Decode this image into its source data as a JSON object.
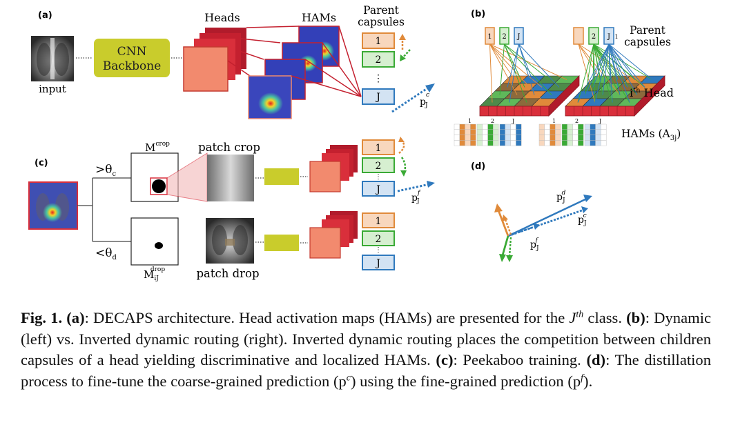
{
  "panel_a": {
    "tag": "(a)",
    "input_label": "input",
    "backbone_line1": "CNN",
    "backbone_line2": "Backbone",
    "heads_label": "Heads",
    "hams_label": "HAMs",
    "parent_line1": "Parent",
    "parent_line2": "capsules",
    "caps": [
      "1",
      "2",
      "J"
    ],
    "vdots": "⋮",
    "pred_sym": "p",
    "pred_sub": "J",
    "pred_sup": "c"
  },
  "panel_b": {
    "tag": "(b)",
    "caps": [
      "1",
      "2",
      "J"
    ],
    "caps_right_extra": "1",
    "parent_line1": "Parent",
    "parent_line2": "capsules",
    "head_pre": "i",
    "head_sup": "th",
    "head_post": " Head",
    "hams_pre": "HAMs (A",
    "hams_sub": "3j",
    "hams_post": ")",
    "ham_labels": [
      "1",
      "2",
      "J"
    ]
  },
  "panel_c": {
    "tag": "(c)",
    "gt_theta": ">θ",
    "gt_sub": "c",
    "lt_theta": "<θ",
    "lt_sub": "d",
    "mask_top": "M",
    "mask_top_sup": "crop",
    "mask_bot": "M",
    "mask_bot_sub": "iJ",
    "mask_bot_sup": "drop",
    "patch_crop": "patch crop",
    "patch_drop": "patch drop",
    "caps": [
      "1",
      "2",
      "J"
    ],
    "vdots": "⋮",
    "pred_sym": "p",
    "pred_sub": "J",
    "pred_sup": "f"
  },
  "panel_d": {
    "tag": "(d)",
    "sym": "p",
    "sub": "J",
    "sup_d": "d",
    "sup_c": "c",
    "sup_f": "f"
  },
  "caption": {
    "fig": "Fig. 1.",
    "a_tag": "(a)",
    "a_text": ": DECAPS architecture. Head activation maps (HAMs) are presented for the ",
    "class_sym": "J",
    "class_sup": "th",
    "class_end": " class. ",
    "b_tag": "(b)",
    "b_text": ": Dynamic (left) vs. Inverted dynamic routing (right). Inverted dynamic routing places the competition between children capsules of a head yielding discriminative and localized HAMs. ",
    "c_tag": "(c)",
    "c_text": ": Peekaboo training. ",
    "d_tag": "(d)",
    "d_text": ": The distillation process to fine-tune the coarse-grained prediction (p",
    "pc_sup": "c",
    "d_mid": ") using the fine-grained prediction (p",
    "pf_sup": "f",
    "d_end": ")."
  },
  "colors": {
    "backbone": "#c9cc2c",
    "head_dark": "#b11b2b",
    "head_mid": "#d92f3b",
    "head_front": "#f28a6e",
    "cap_orange": "#e08a3a",
    "cap_orange_fill": "#f8d7bd",
    "cap_green": "#3aaa35",
    "cap_green_fill": "#d6efd0",
    "cap_blue": "#2f79bd",
    "cap_blue_fill": "#d3e3f3",
    "ham_blue": "#3340b8"
  }
}
